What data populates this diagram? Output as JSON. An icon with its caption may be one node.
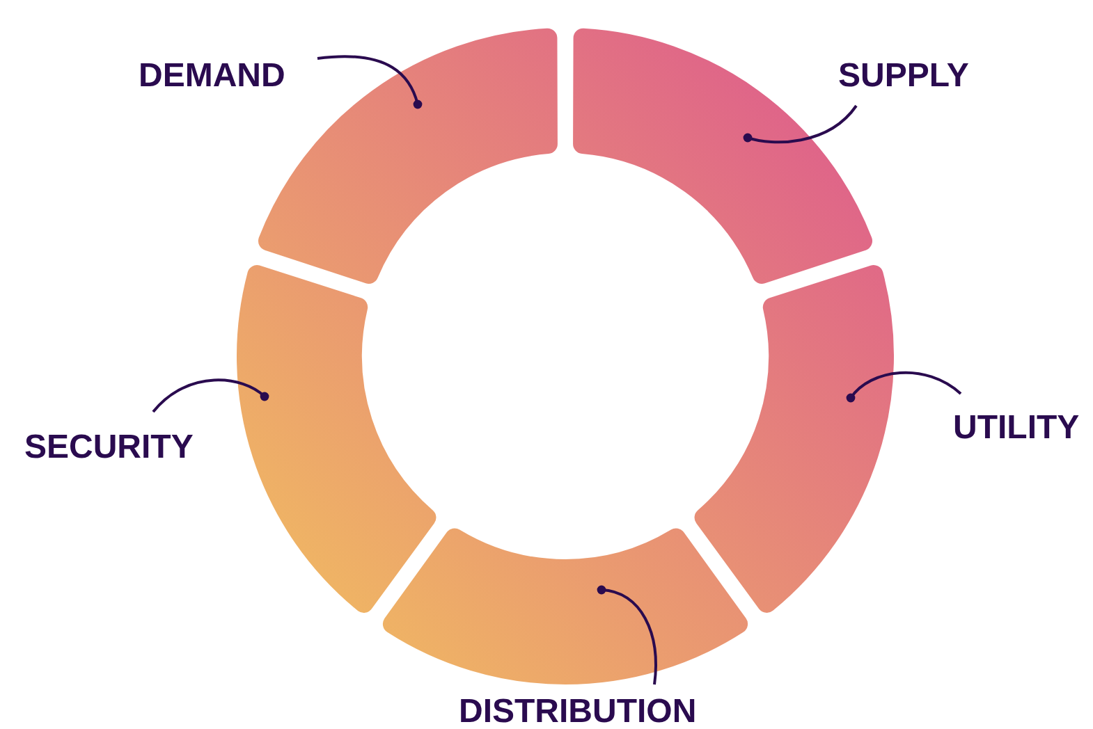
{
  "diagram": {
    "nodes": [
      {
        "text": [
          "DEMAND"
        ]
      },
      {
        "text": [
          "SUPPLY"
        ]
      },
      {
        "text": [
          "SECURITY"
        ]
      },
      {
        "text": [
          "UTILITY"
        ]
      },
      {
        "text": [
          "DISTRIBUTION"
        ]
      },
      {
        "text": [],
        "shape": "arc"
      },
      {
        "text": [],
        "shape": "arc"
      },
      {
        "text": [],
        "shape": "arc"
      },
      {
        "text": [],
        "shape": "arc"
      },
      {
        "text": [],
        "shape": "arc"
      }
    ],
    "edges": [
      {
        "from": 0,
        "to": 5,
        "arrow": "other"
      },
      {
        "from": 1,
        "to": 6,
        "arrow": "other"
      },
      {
        "from": 2,
        "to": 7,
        "arrow": "other"
      },
      {
        "from": 3,
        "to": 8,
        "arrow": "other"
      },
      {
        "from": 4,
        "to": 9,
        "arrow": "other"
      }
    ]
  }
}
